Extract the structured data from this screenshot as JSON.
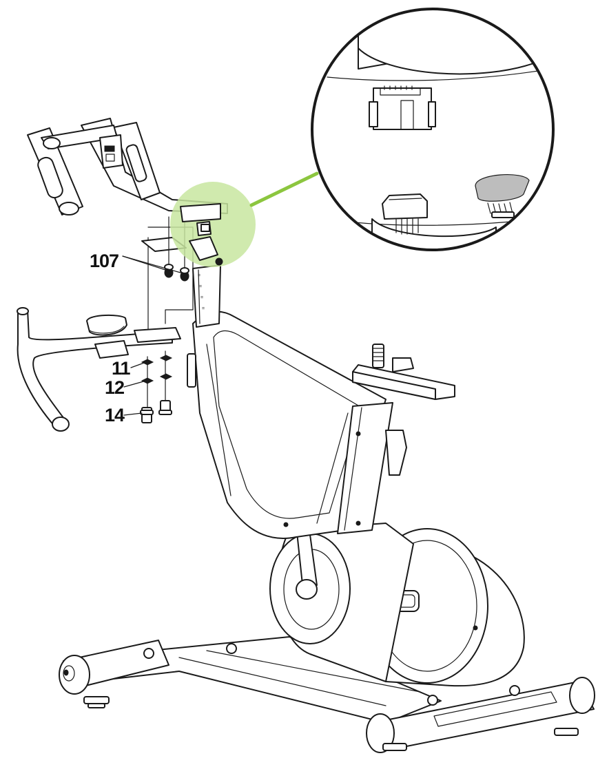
{
  "callouts": {
    "part_107": "107",
    "part_11": "11",
    "part_12": "12",
    "part_14": "14"
  },
  "colors": {
    "highlight_fill": "#c8e6a0",
    "highlight_line": "#8cc63f",
    "line": "#1a1a1a"
  }
}
